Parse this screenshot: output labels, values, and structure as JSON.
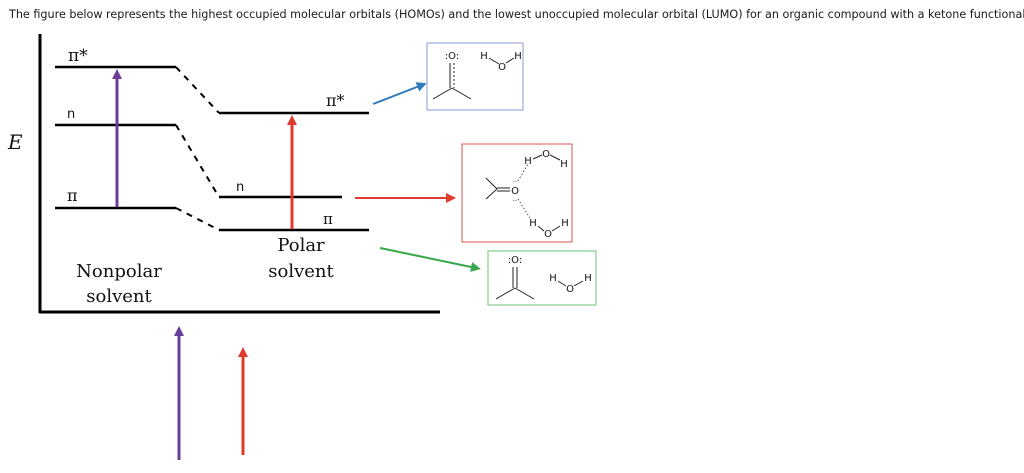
{
  "header": {
    "text": "The figure below represents the highest occupied molecular orbitals (HOMOs) and the lowest unoccupied molecular orbital (LUMO) for an organic compound with a ketone functional group."
  },
  "diagram": {
    "axis_label": "E",
    "nonpolar": {
      "levels": {
        "pi_star": "π*",
        "n": "n",
        "pi": "π"
      },
      "caption_line1": "Nonpolar",
      "caption_line2": "solvent"
    },
    "polar": {
      "levels": {
        "pi_star": "π*",
        "n": "n",
        "pi": "π"
      },
      "caption_line1": "Polar",
      "caption_line2": "solvent"
    },
    "molecules": {
      "top": {
        "oxygen": ":O:",
        "water": {
          "h1": "H",
          "o": "O",
          "h2": "H"
        }
      },
      "middle": {
        "oxygen": "O",
        "water_a": {
          "h1": "H",
          "o": "O",
          "h2": "H"
        },
        "water_b": {
          "h1": "H",
          "o": "O",
          "h2": "H"
        }
      },
      "bottom": {
        "oxygen": ":O:",
        "water": {
          "h1": "H",
          "o": "O",
          "h2": "H"
        }
      }
    },
    "colors": {
      "purple": "#6a3d9a",
      "red": "#e03a2f",
      "blue": "#2f7bbf",
      "green": "#3aa84a",
      "box_blue": "#8e98d8",
      "box_red": "#d9534f",
      "box_green": "#6dc070"
    }
  }
}
